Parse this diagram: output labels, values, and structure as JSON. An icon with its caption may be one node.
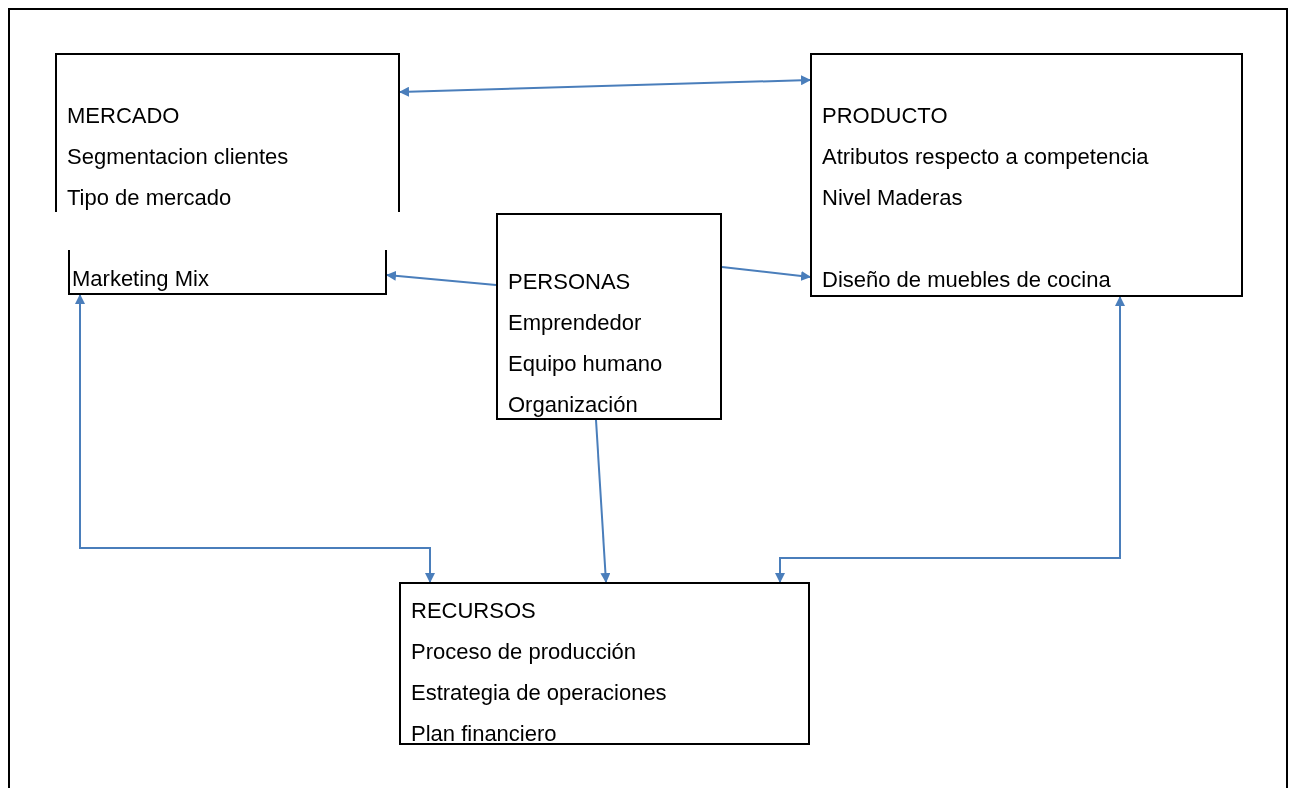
{
  "diagram": {
    "nodes": [
      {
        "text": [
          "MERCADO",
          "Segmentacion clientes",
          "Tipo de mercado"
        ]
      },
      {
        "text": [
          "Marketing Mix"
        ]
      },
      {
        "text": [
          "PRODUCTO",
          "Atributos respecto a competencia",
          "Nivel Maderas",
          "Diseño de muebles de cocina"
        ]
      },
      {
        "text": [
          "PERSONAS",
          "Emprendedor",
          "Equipo humano",
          "Organización"
        ]
      },
      {
        "text": [
          "RECURSOS",
          "Proceso de producción",
          "Estrategia de operaciones",
          "Plan financiero"
        ]
      }
    ],
    "edges": [
      {
        "from": 0,
        "to": 2,
        "arrow": "both"
      },
      {
        "from": 3,
        "to": 1,
        "arrow": "to"
      },
      {
        "from": 3,
        "to": 2,
        "arrow": "to"
      },
      {
        "from": 3,
        "to": 4,
        "arrow": "to"
      },
      {
        "from": 1,
        "to": 4,
        "arrow": "both"
      },
      {
        "from": 2,
        "to": 4,
        "arrow": "both"
      }
    ]
  }
}
